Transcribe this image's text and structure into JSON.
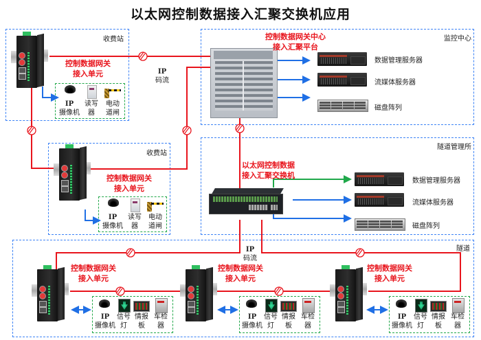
{
  "title": "以太网控制数据接入汇聚交换机应用",
  "colors": {
    "fiber_link": "#e8141c",
    "lan_link": "#1f6fe5",
    "green_link": "#1fa84a",
    "zone_border": "#3b82f6",
    "device_group_border": "#22a84a"
  },
  "zones": {
    "toll_station_1": {
      "label": "收费站"
    },
    "toll_station_2": {
      "label": "收费站"
    },
    "monitor_center": {
      "label": "监控中心"
    },
    "tunnel_mgmt": {
      "label": "隧道管理所"
    },
    "tunnel": {
      "label": "隧道"
    }
  },
  "gateway_label": {
    "line1": "控制数据网关",
    "line2": "接入单元"
  },
  "center_platform_label": {
    "line1": "控制数据网关中心",
    "line2": "接入汇聚平台"
  },
  "agg_switch_label": {
    "line1": "以太网控制数据",
    "line2": "接入汇聚交换机"
  },
  "ip_stream": {
    "line1": "IP",
    "line2": "码流"
  },
  "monitor_center_servers": [
    {
      "label": "数据管理服务器",
      "type": "server"
    },
    {
      "label": "流媒体服务器",
      "type": "server"
    },
    {
      "label": "磁盘阵列",
      "type": "disk-array"
    }
  ],
  "tunnel_mgmt_servers": [
    {
      "label": "数据管理服务器",
      "type": "server"
    },
    {
      "label": "流媒体服务器",
      "type": "server"
    },
    {
      "label": "磁盘阵列",
      "type": "disk-array"
    }
  ],
  "toll_devices": [
    {
      "line1": "IP",
      "line2": "摄像机",
      "icon": "ip-camera"
    },
    {
      "line1": "读写",
      "line2": "器",
      "icon": "card-reader"
    },
    {
      "line1": "电动",
      "line2": "道闸",
      "icon": "barrier-gate"
    }
  ],
  "tunnel_devices": [
    {
      "line1": "IP",
      "line2": "摄像机",
      "icon": "ip-camera"
    },
    {
      "line1": "信号",
      "line2": "灯",
      "icon": "signal-light"
    },
    {
      "line1": "情报",
      "line2": "板",
      "icon": "info-board"
    },
    {
      "line1": "车检",
      "line2": "器",
      "icon": "vehicle-detector"
    }
  ]
}
